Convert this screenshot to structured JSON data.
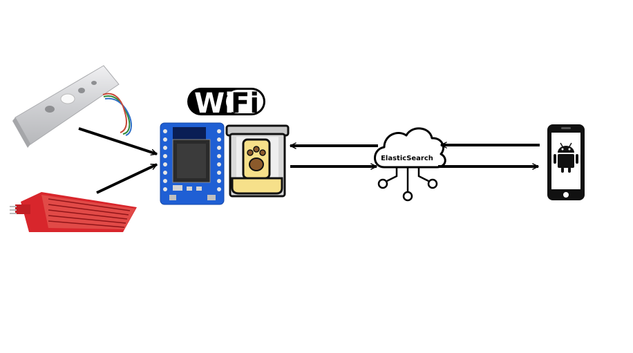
{
  "diagram": {
    "wifi_logo": {
      "left_text": "Wi",
      "right_text": "Fi",
      "icon": "wifi-logo"
    },
    "cloud": {
      "label": "ElasticSearch",
      "icon": "cloud-network-icon"
    },
    "nodes": [
      {
        "id": "load-cell",
        "icon": "load-cell-sensor-image"
      },
      {
        "id": "water-sensor",
        "icon": "water-level-sensor-image"
      },
      {
        "id": "esp8266",
        "icon": "wemos-d1-mini-board-image"
      },
      {
        "id": "pet-feeder",
        "icon": "pet-feeder-icon"
      },
      {
        "id": "cloud",
        "icon": "cloud-network-icon"
      },
      {
        "id": "phone",
        "icon": "android-phone-icon"
      }
    ],
    "connections": [
      {
        "from": "load-cell",
        "to": "esp8266"
      },
      {
        "from": "water-sensor",
        "to": "esp8266"
      },
      {
        "from": "cloud",
        "to": "pet-feeder"
      },
      {
        "from": "pet-feeder",
        "to": "cloud"
      },
      {
        "from": "phone",
        "to": "cloud"
      },
      {
        "from": "cloud",
        "to": "phone"
      }
    ],
    "colors": {
      "board_blue": "#1f5fd4",
      "sensor_red": "#d8262c",
      "feeder_yellow": "#f6e08a",
      "feeder_gray": "#c9c9c9",
      "load_cell_silver": "#d9dadc",
      "phone_black": "#111111",
      "android_green": "#111111"
    }
  }
}
